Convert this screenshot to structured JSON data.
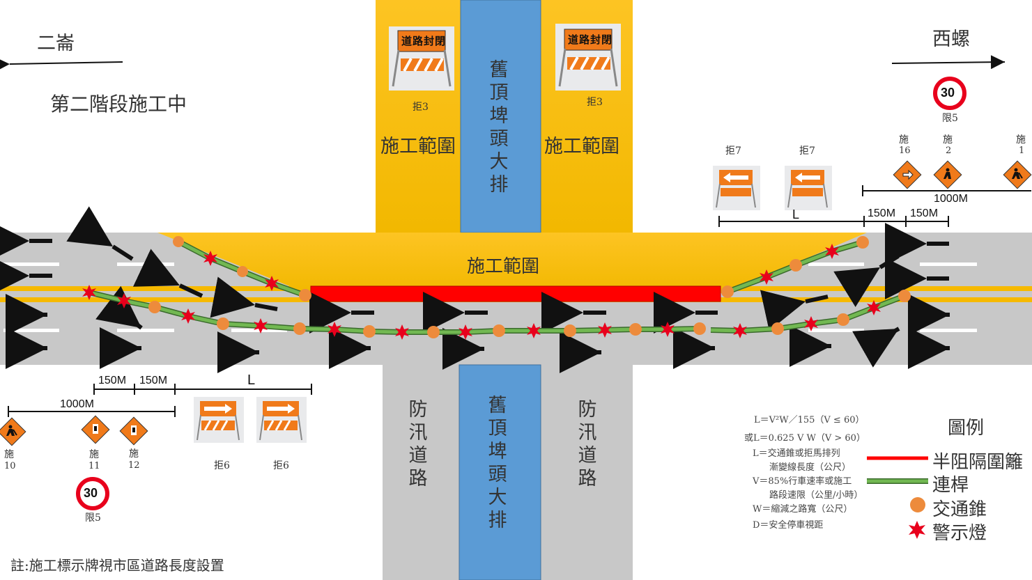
{
  "directions": {
    "left_town": "二崙",
    "right_town": "西螺"
  },
  "phase_note": "第二階段施工中",
  "zones": {
    "work_area": "施工範圍",
    "canal": "舊頂埤頭大排",
    "flood_road": "防汛道路"
  },
  "signs": {
    "top_left_barricade_text": "道路封閉",
    "top_left_label": "拒3",
    "top_right_label": "拒3",
    "right_speed": "30",
    "right_speed_label": "限5",
    "right_barricade_1": "拒7",
    "right_barricade_2": "拒7",
    "right_sign_16": {
      "a": "施",
      "b": "16"
    },
    "right_sign_2": {
      "a": "施",
      "b": "2"
    },
    "right_sign_1": {
      "a": "施",
      "b": "1"
    },
    "left_sign_10": {
      "a": "施",
      "b": "10"
    },
    "left_sign_11": {
      "a": "施",
      "b": "11"
    },
    "left_sign_12": {
      "a": "施",
      "b": "12"
    },
    "left_barricade_1": "拒6",
    "left_barricade_2": "拒6",
    "left_speed": "30",
    "left_speed_label": "限5"
  },
  "dimensions": {
    "right_1000": "1000M",
    "right_150a": "150M",
    "right_150b": "150M",
    "right_L": "L",
    "left_1000": "1000M",
    "left_150a": "150M",
    "left_150b": "150M",
    "left_L": "L"
  },
  "formula": {
    "line1": "L＝V²W／155（V ≤ 60）",
    "line2": "或L＝0.625 V W（V > 60）",
    "line3": "L＝交通錐或拒馬排列",
    "line4": "漸變線長度（公尺）",
    "line5": "V＝85%行車速率或施工",
    "line6": "路段速限（公里/小時）",
    "line7": "W＝縮減之路寬（公尺）",
    "line8": "D＝安全停車視距"
  },
  "legend": {
    "title": "圖例",
    "barrier": "半阻隔圍籬",
    "rod": "連桿",
    "cone": "交通錐",
    "light": "警示燈"
  },
  "footnote": "註:施工標示牌視市區道路長度設置",
  "colors": {
    "road": "#c8c8c8",
    "work_zone": "#fbc31a",
    "canal": "#5b9bd5",
    "barrier": "#ff0000",
    "rod": "#5fa84a",
    "cone": "#ed8b3c",
    "light": "#e8001c"
  }
}
